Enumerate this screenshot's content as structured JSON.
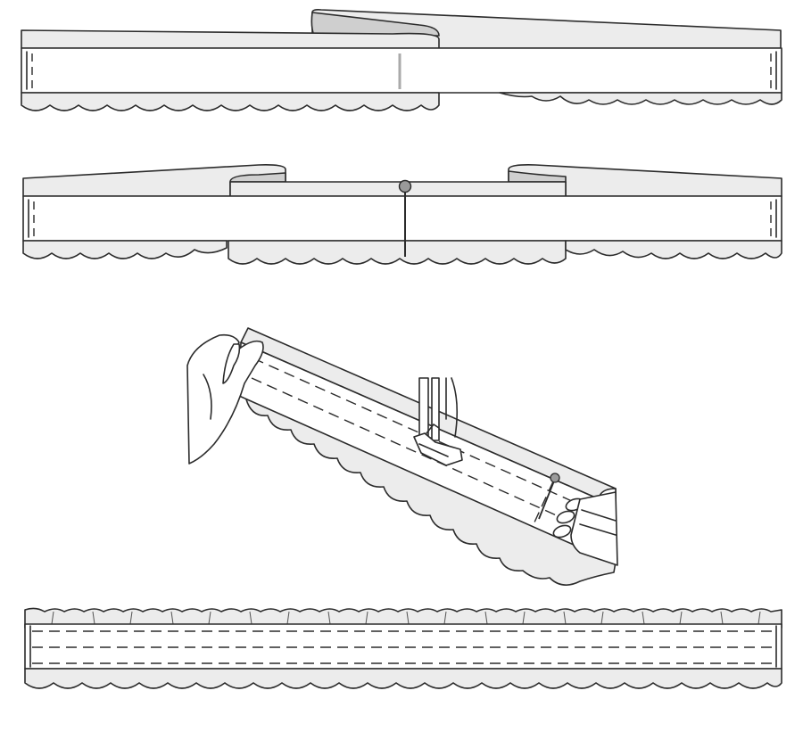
{
  "illustration": {
    "kind": "sewing-instruction",
    "steps": [
      {
        "id": "step-1",
        "subject": "two-ruffled-bands-overlapped"
      },
      {
        "id": "step-2",
        "subject": "band-ends-joined-with-pin"
      },
      {
        "id": "step-3",
        "subject": "stitching-band-on-sewing-machine"
      },
      {
        "id": "step-4",
        "subject": "finished-gathered-band"
      }
    ],
    "colors": {
      "outline": "#2b2b2b",
      "fabric": "#ffffff",
      "fabric_shade": "#ececec",
      "fabric_fold": "#cfcfcf",
      "pin_head": "#9a9a9a"
    }
  }
}
